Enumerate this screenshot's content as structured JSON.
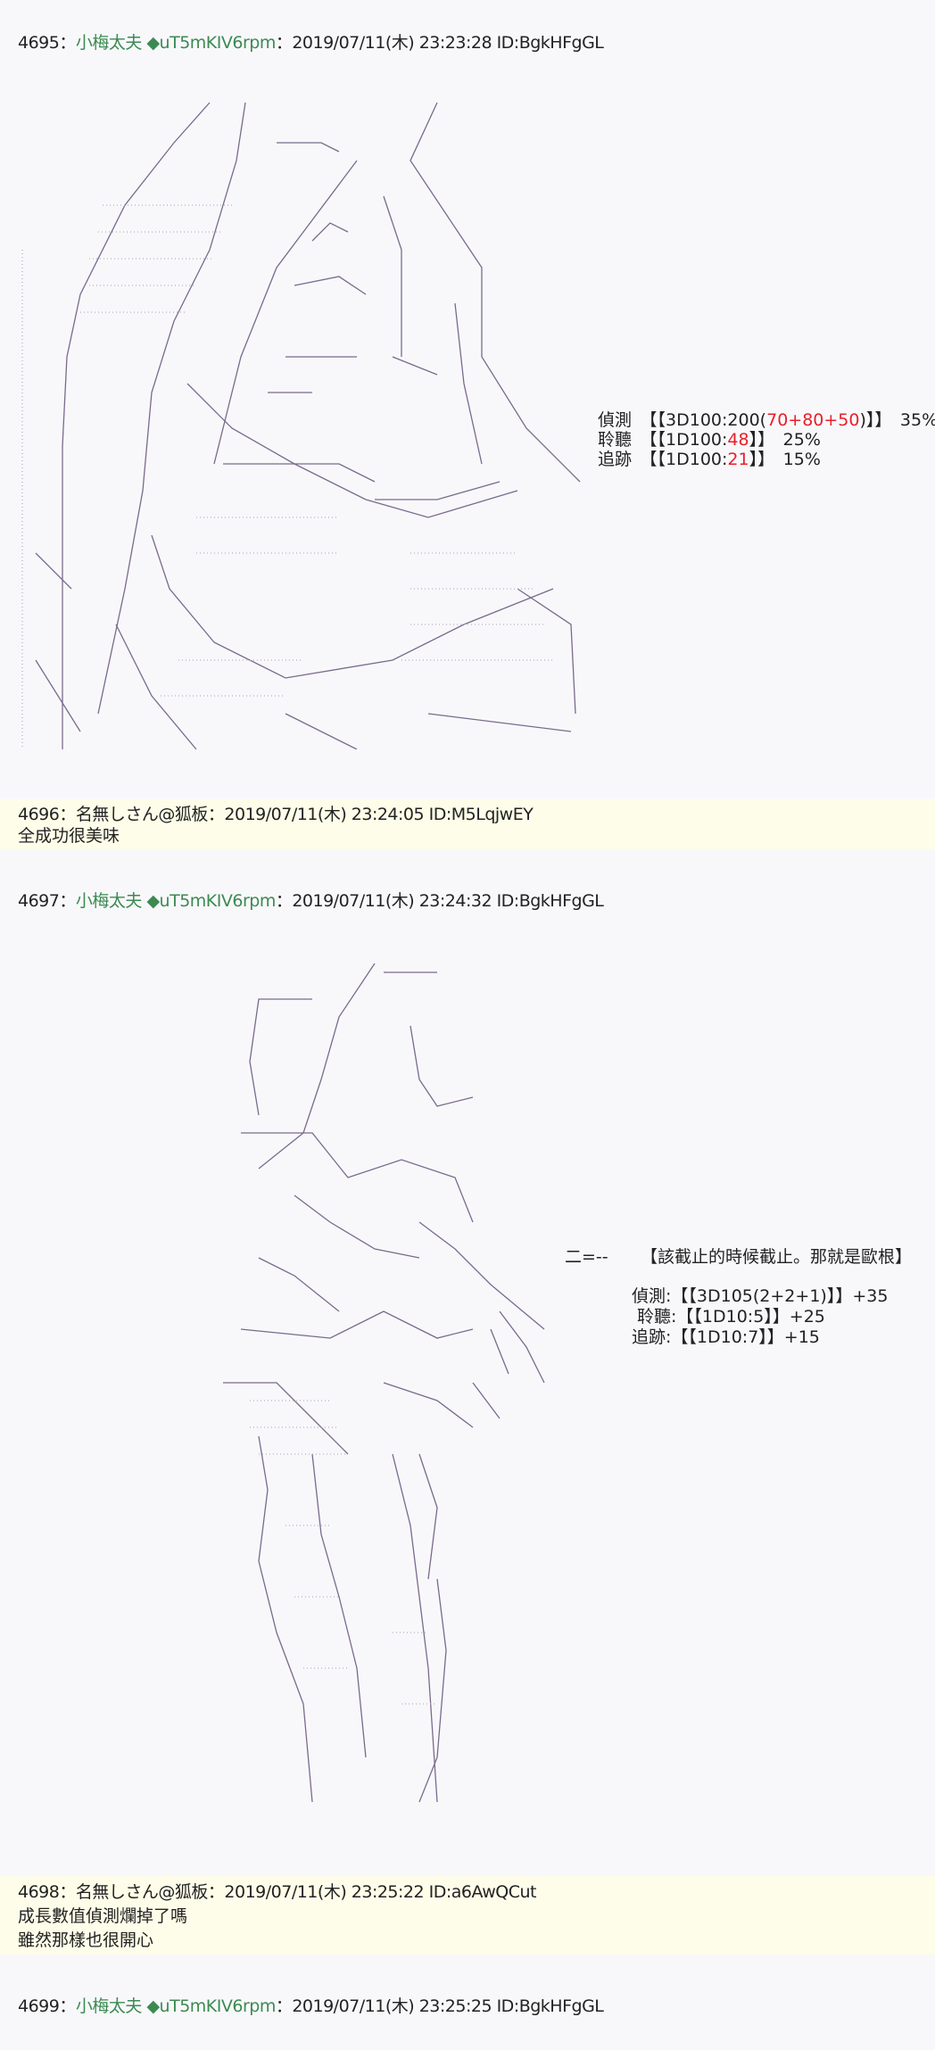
{
  "posts": [
    {
      "number": "4695",
      "sep": "：",
      "name": "小梅太夫",
      "trip": "◆uT5mKIV6rpm",
      "meta": "：2019/07/11(木) 23:23:28 ID:BgkHFgGL"
    },
    {
      "number": "4696",
      "sep": "：",
      "name": "名無しさん@狐板",
      "meta": "：2019/07/11(木) 23:24:05 ID:M5LqjwEY",
      "lines": [
        "全成功很美味"
      ]
    },
    {
      "number": "4697",
      "sep": "：",
      "name": "小梅太夫",
      "trip": "◆uT5mKIV6rpm",
      "meta": "：2019/07/11(木) 23:24:32 ID:BgkHFgGL"
    },
    {
      "number": "4698",
      "sep": "：",
      "name": "名無しさん@狐板",
      "meta": "：2019/07/11(木) 23:25:22 ID:a6AwQCut",
      "lines": [
        "成長數值偵測爛掉了嗎",
        "雖然那樣也很開心"
      ]
    },
    {
      "number": "4699",
      "sep": "：",
      "name": "小梅太夫",
      "trip": "◆uT5mKIV6rpm",
      "meta": "：2019/07/11(木) 23:25:25 ID:BgkHFgGL"
    }
  ],
  "roll1": {
    "rows": [
      {
        "skill": "偵測",
        "pre": "【【3D100:200(",
        "hl": "70+80+50",
        "post": ")】】",
        "pct": "35%"
      },
      {
        "skill": "聆聽",
        "pre": "【【1D100:",
        "hl": "48",
        "post": "】】",
        "pct": "25%"
      },
      {
        "skill": "追跡",
        "pre": "【【1D100:",
        "hl": "21",
        "post": "】】",
        "pct": "15%"
      }
    ]
  },
  "roll2": {
    "effect": "二=--",
    "quote": "【該截止的時候截止。那就是歐根】",
    "rows": [
      {
        "skill": "偵測:",
        "roll": "【【3D105(2+2+1)】】",
        "bonus": "+35"
      },
      {
        "skill": "聆聽:",
        "roll": "【【1D10:5】】",
        "bonus": "+25"
      },
      {
        "skill": "追跡:",
        "roll": "【【1D10:7】】",
        "bonus": "+15"
      }
    ]
  },
  "colors": {
    "trip": "#3c8a52",
    "highlight_band": "#fdfde9",
    "dice_result": "#e8202a",
    "art": "#7a6a8c"
  }
}
